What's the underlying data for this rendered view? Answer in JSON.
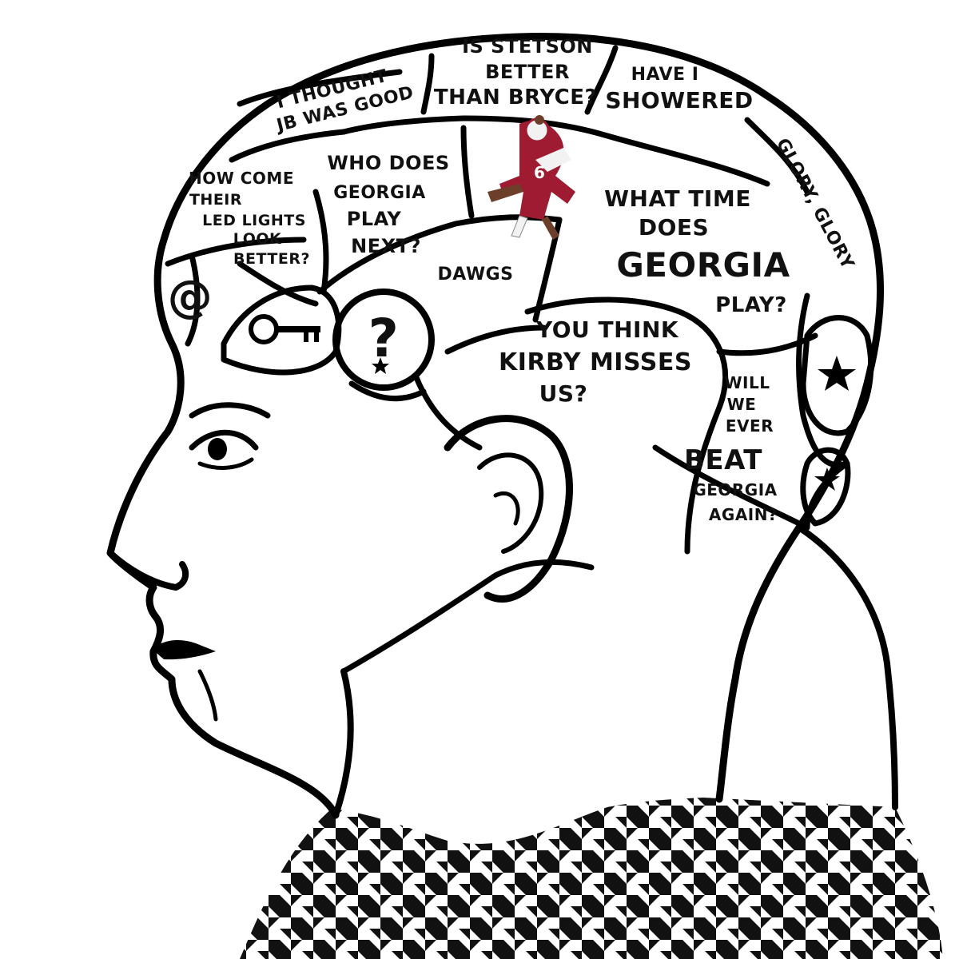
{
  "labels": {
    "thought_jb": [
      "I THOUGHT",
      "JB WAS GOOD"
    ],
    "stetson": [
      "IS STETSON",
      "BETTER",
      "THAN BRYCE?"
    ],
    "showered": [
      "HAVE I",
      "SHOWERED"
    ],
    "glory": "GLORY, GLORY",
    "led_lights": [
      "HOW COME",
      "THEIR",
      "LED LIGHTS",
      "LOOK",
      "BETTER?"
    ],
    "who_does": [
      "WHO DOES",
      "GEORGIA",
      "PLAY",
      "NEXT?"
    ],
    "what_time": [
      "WHAT TIME",
      "DOES",
      "GEORGIA",
      "PLAY?"
    ],
    "dawgs": "DAWGS",
    "kirby": [
      "YOU THINK",
      "KIRBY MISSES",
      "US?"
    ],
    "beat_georgia": [
      "WILL",
      "WE",
      "EVER",
      "BEAT",
      "GEORGIA",
      "AGAIN?"
    ],
    "at_symbol": "@",
    "question_mark": "?"
  },
  "player_photo": {
    "jersey_number": "6"
  },
  "colors": {
    "ink": "#000000",
    "paper": "#ffffff",
    "houndstooth_dark": "#111111",
    "player_crimson": "#9e1b32",
    "player_white": "#f2f2f2",
    "player_skin": "#6b3f2a"
  },
  "icons": [
    "key-icon",
    "star-icon",
    "at-icon",
    "question-icon",
    "player-photo"
  ]
}
